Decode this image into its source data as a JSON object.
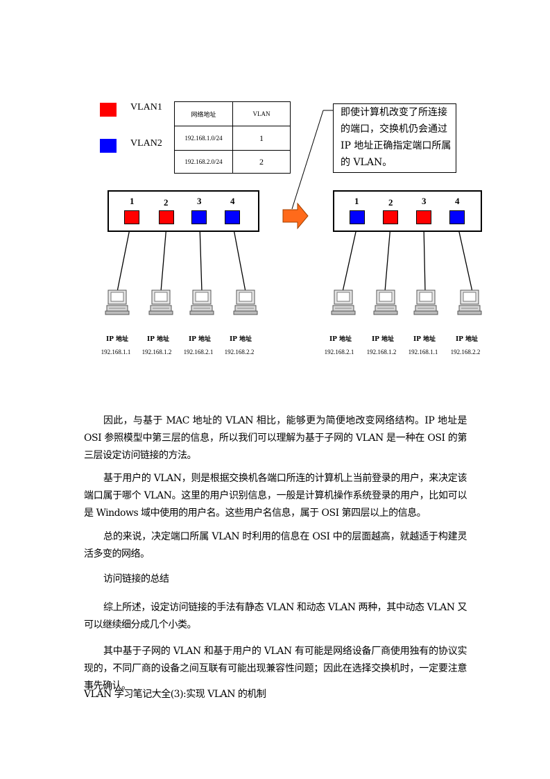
{
  "legend": {
    "vlan1": "VLAN1",
    "vlan2": "VLAN2"
  },
  "colors": {
    "vlan1": "#ff0000",
    "vlan2": "#0000ff",
    "arrow": "#ff6a1a"
  },
  "table": {
    "headers": [
      "网络地址",
      "VLAN"
    ],
    "rows": [
      [
        "192.168.1.0/24",
        "1"
      ],
      [
        "192.168.2.0/24",
        "2"
      ]
    ]
  },
  "callout": [
    "即使计算机改变了所连接",
    "的端口，交换机仍会通过",
    "IP 地址正确指定端口所属",
    "的 VLAN。"
  ],
  "left_switch": {
    "ports": [
      "1",
      "2",
      "3",
      "4"
    ],
    "port_vlans": [
      "vlan1",
      "vlan1",
      "vlan2",
      "vlan2"
    ],
    "pc_label": "IP 地址",
    "ips": [
      "192.168.1.1",
      "192.168.1.2",
      "192.168.2.1",
      "192.168.2.2"
    ]
  },
  "right_switch": {
    "ports": [
      "1",
      "2",
      "3",
      "4"
    ],
    "port_vlans": [
      "vlan2",
      "vlan1",
      "vlan1",
      "vlan2"
    ],
    "pc_label": "IP 地址",
    "ips": [
      "192.168.2.1",
      "192.168.1.2",
      "192.168.1.1",
      "192.168.2.2"
    ]
  },
  "paragraphs": {
    "p1": "因此，与基于 MAC 地址的 VLAN 相比，能够更为简便地改变网络结构。IP 地址是 OSI 参照模型中第三层的信息，所以我们可以理解为基于子网的 VLAN 是一种在 OSI 的第三层设定访问链接的方法。",
    "p2": "基于用户的 VLAN，则是根据交换机各端口所连的计算机上当前登录的用户，来决定该端口属于哪个 VLAN。这里的用户识别信息，一般是计算机操作系统登录的用户，比如可以是 Windows 域中使用的用户名。这些用户名信息，属于 OSI 第四层以上的信息。",
    "p3": "总的来说，决定端口所属 VLAN 时利用的信息在 OSI 中的层面越高，就越适于构建灵活多变的网络。",
    "p4": "访问链接的总结",
    "p5": "综上所述，设定访问链接的手法有静态 VLAN 和动态 VLAN 两种，其中动态 VLAN 又可以继续细分成几个小类。",
    "p6": "其中基于子网的 VLAN 和基于用户的 VLAN 有可能是网络设备厂商使用独有的协议实现的，不同厂商的设备之间互联有可能出现兼容性问题；因此在选择交换机时，一定要注意事先确认。",
    "p7": "VLAN 学习笔记大全(3):实现 VLAN 的机制"
  }
}
